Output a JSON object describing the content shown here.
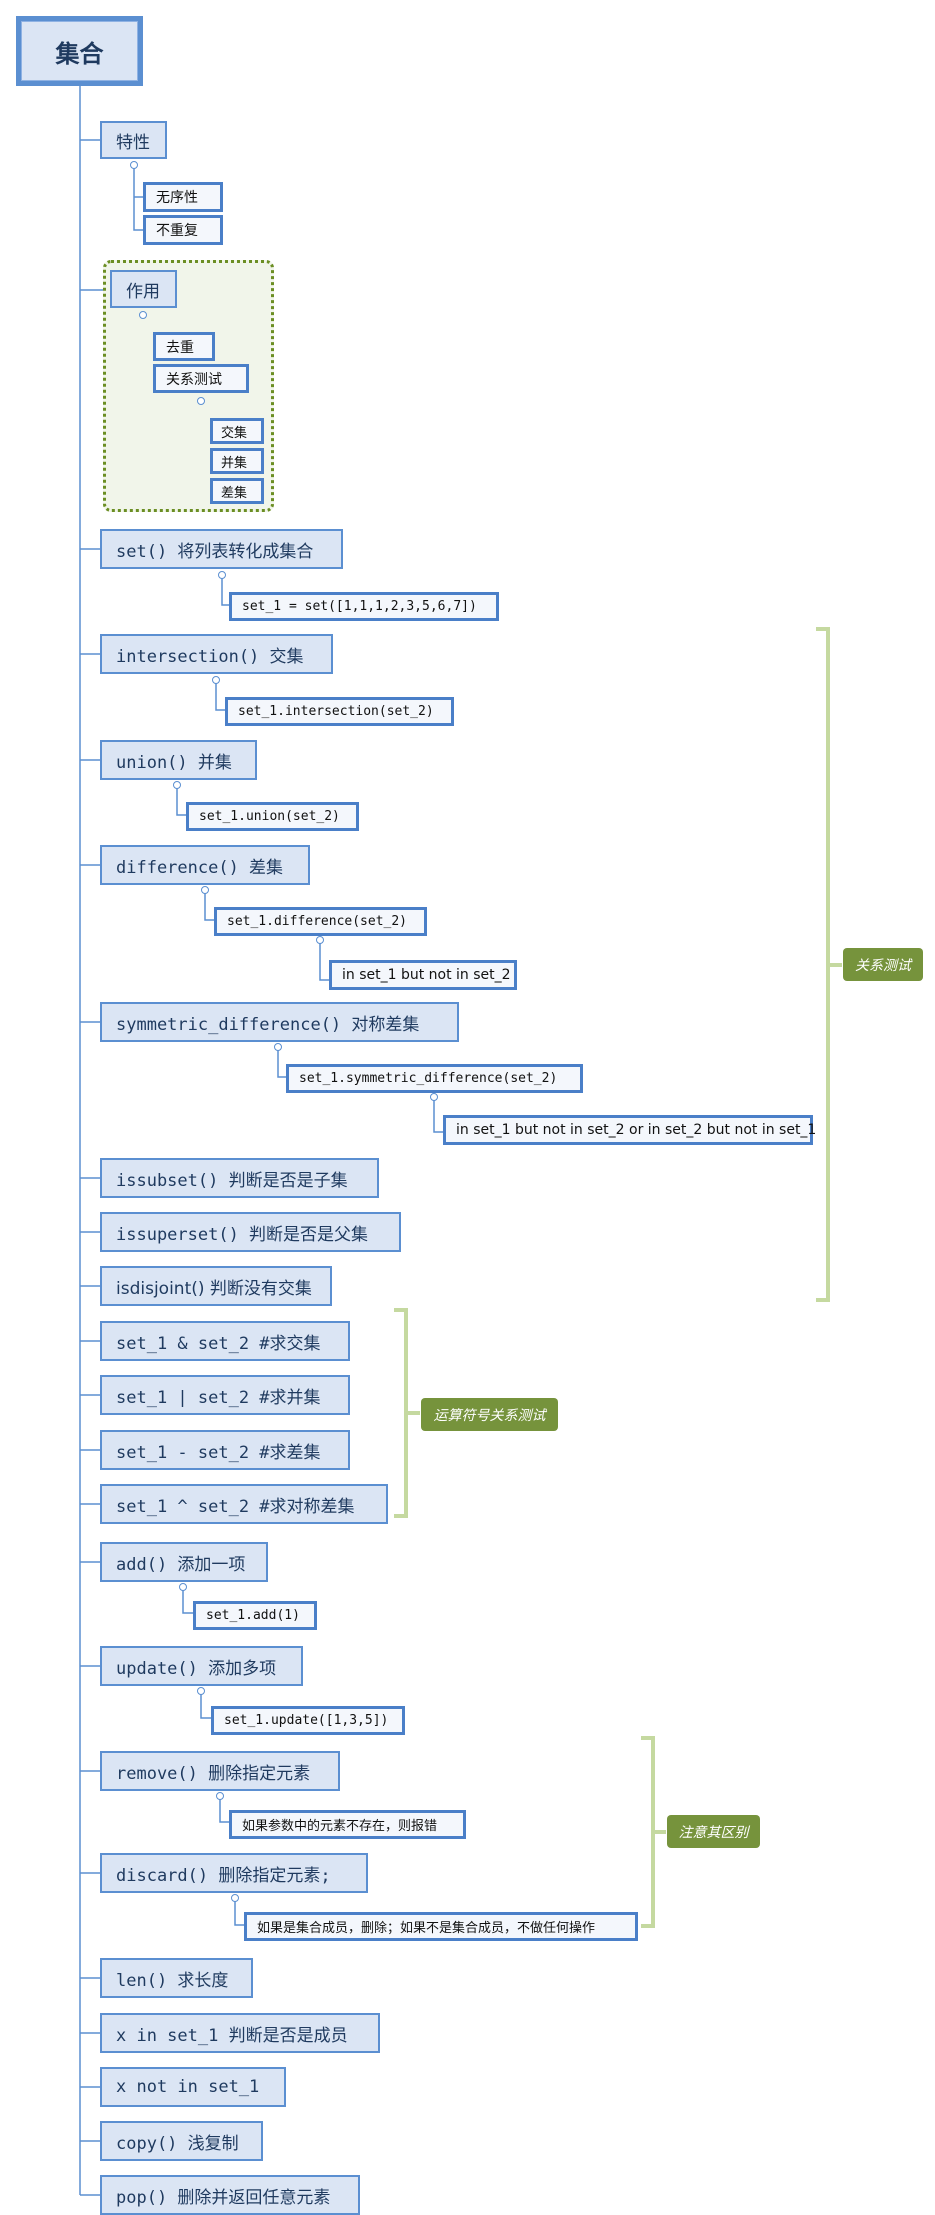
{
  "root": {
    "title": "集合"
  },
  "features": {
    "title": "特性",
    "items": [
      "无序性",
      "不重复"
    ]
  },
  "uses": {
    "title": "作用",
    "dedupe": "去重",
    "relation": "关系测试",
    "ops": [
      "交集",
      "并集",
      "差集"
    ]
  },
  "methods": {
    "set": {
      "label": "set() 将列表转化成集合",
      "example": "set_1 = set([1,1,1,2,3,5,6,7])"
    },
    "intersection": {
      "label": "intersection() 交集",
      "example": "set_1.intersection(set_2)"
    },
    "union": {
      "label": "union() 并集",
      "example": "set_1.union(set_2)"
    },
    "difference": {
      "label": "difference() 差集",
      "example": "set_1.difference(set_2)",
      "note": "in set_1 but not in set_2"
    },
    "symdiff": {
      "label": "symmetric_difference() 对称差集",
      "example": "set_1.symmetric_difference(set_2)",
      "note": "in set_1 but not in set_2 or in set_2 but not in set_1"
    },
    "issubset": {
      "label": "issubset() 判断是否是子集"
    },
    "issuperset": {
      "label": "issuperset() 判断是否是父集"
    },
    "isdisjoint": {
      "label": "isdisjoint() 判断没有交集"
    },
    "and_op": {
      "label": "set_1 & set_2 #求交集"
    },
    "or_op": {
      "label": "set_1 | set_2 #求并集"
    },
    "sub_op": {
      "label": "set_1 - set_2 #求差集"
    },
    "xor_op": {
      "label": "set_1 ^ set_2 #求对称差集"
    },
    "add": {
      "label": "add() 添加一项",
      "example": "set_1.add(1)"
    },
    "update": {
      "label": "update() 添加多项",
      "example": "set_1.update([1,3,5])"
    },
    "remove": {
      "label": "remove() 删除指定元素",
      "note": "如果参数中的元素不存在，则报错"
    },
    "discard": {
      "label": "discard() 删除指定元素;",
      "note": "如果是集合成员，删除；如果不是集合成员，不做任何操作"
    },
    "len": {
      "label": "len() 求长度"
    },
    "in": {
      "label": "x in set_1 判断是否是成员"
    },
    "notin": {
      "label": "x not in set_1"
    },
    "copy": {
      "label": "copy() 浅复制"
    },
    "pop": {
      "label": "pop() 删除并返回任意元素"
    }
  },
  "summaries": {
    "relation_test": "关系测试",
    "operator_test": "运算符号关系测试",
    "note_difference": "注意其区别"
  },
  "colors": {
    "node_border": "#5b8fd1",
    "node_fill": "#dbe5f4",
    "label_fill": "#76933c",
    "bracket": "#c5d9a0"
  }
}
